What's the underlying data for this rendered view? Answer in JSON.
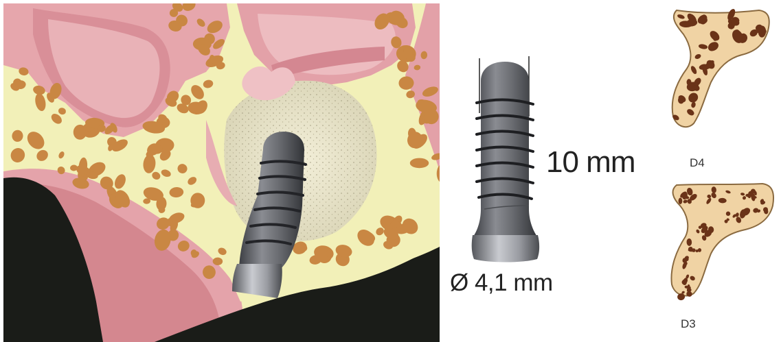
{
  "labels": {
    "implant_length": "10 mm",
    "implant_diameter": "Ø 4,1 mm",
    "bone_density_top": "D4",
    "bone_density_bottom": "D3"
  },
  "colors": {
    "gum_pink": "#e8aab0",
    "bone_yellow": "#f2f0b8",
    "trabecula": "#c98743",
    "implant_gray": "#6b6d72",
    "dark_tissue": "#1a1c18",
    "cortical_tan": "#f0d3a4",
    "marrow_brown": "#6a3318"
  }
}
